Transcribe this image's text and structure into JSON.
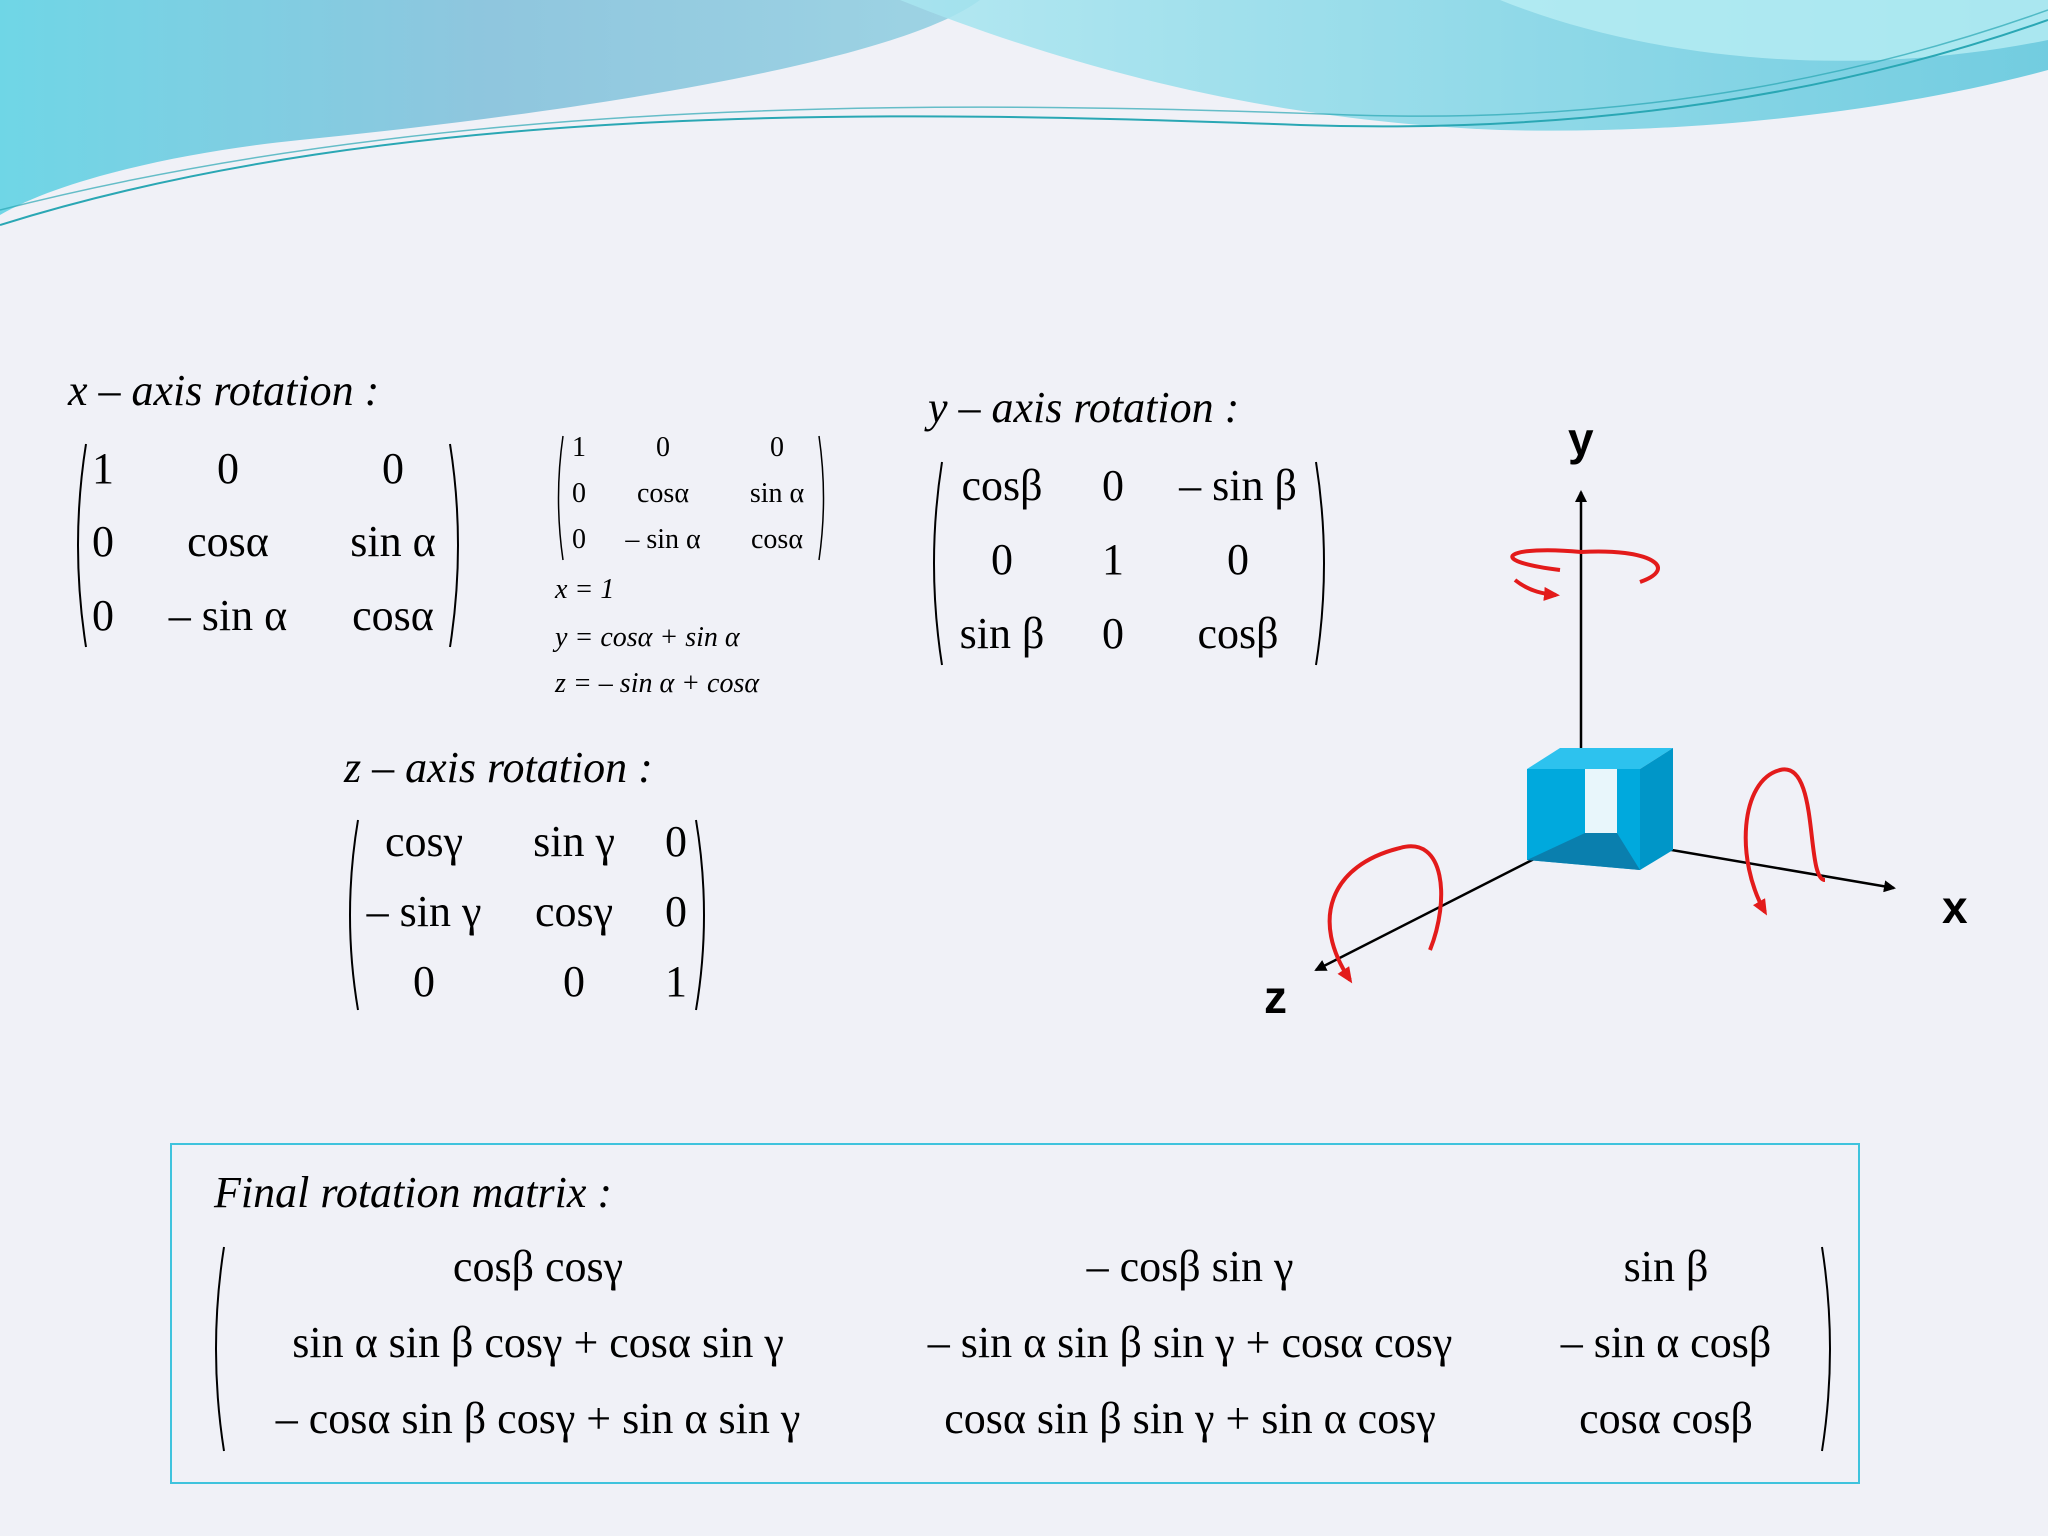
{
  "x_axis": {
    "label": "x – axis rotation :",
    "matrix": [
      [
        "1",
        "0",
        "0"
      ],
      [
        "0",
        "cosα",
        "sin α"
      ],
      [
        "0",
        "– sin α",
        "cosα"
      ]
    ]
  },
  "small": {
    "matrix": [
      [
        "1",
        "0",
        "0"
      ],
      [
        "0",
        "cosα",
        "sin α"
      ],
      [
        "0",
        "– sin α",
        "cosα"
      ]
    ],
    "eq1": "x = 1",
    "eq2": "y = cosα + sin α",
    "eq3": "z = – sin α + cosα"
  },
  "y_axis": {
    "label": "y – axis rotation :",
    "matrix": [
      [
        "cosβ",
        "0",
        "– sin β"
      ],
      [
        "0",
        "1",
        "0"
      ],
      [
        "sin β",
        "0",
        "cosβ"
      ]
    ]
  },
  "z_axis": {
    "label": "z – axis rotation :",
    "matrix": [
      [
        "cosγ",
        "sin γ",
        "0"
      ],
      [
        "– sin γ",
        "cosγ",
        "0"
      ],
      [
        "0",
        "0",
        "1"
      ]
    ]
  },
  "final": {
    "label": "Final rotation matrix :",
    "matrix": [
      [
        "cosβ cosγ",
        "– cosβ sin γ",
        "sin β"
      ],
      [
        "sin α sin β cosγ + cosα sin γ",
        "– sin α sin β sin γ + cosα cosγ",
        "– sin α cosβ"
      ],
      [
        "– cosα sin β cosγ + sin α sin γ",
        "cosα sin β sin γ + sin α cosγ",
        "cosα cosβ"
      ]
    ]
  },
  "diagram": {
    "x_label": "x",
    "y_label": "y",
    "z_label": "z",
    "arrow_color": "#e31b1b",
    "cube_color": "#00b2e2"
  }
}
